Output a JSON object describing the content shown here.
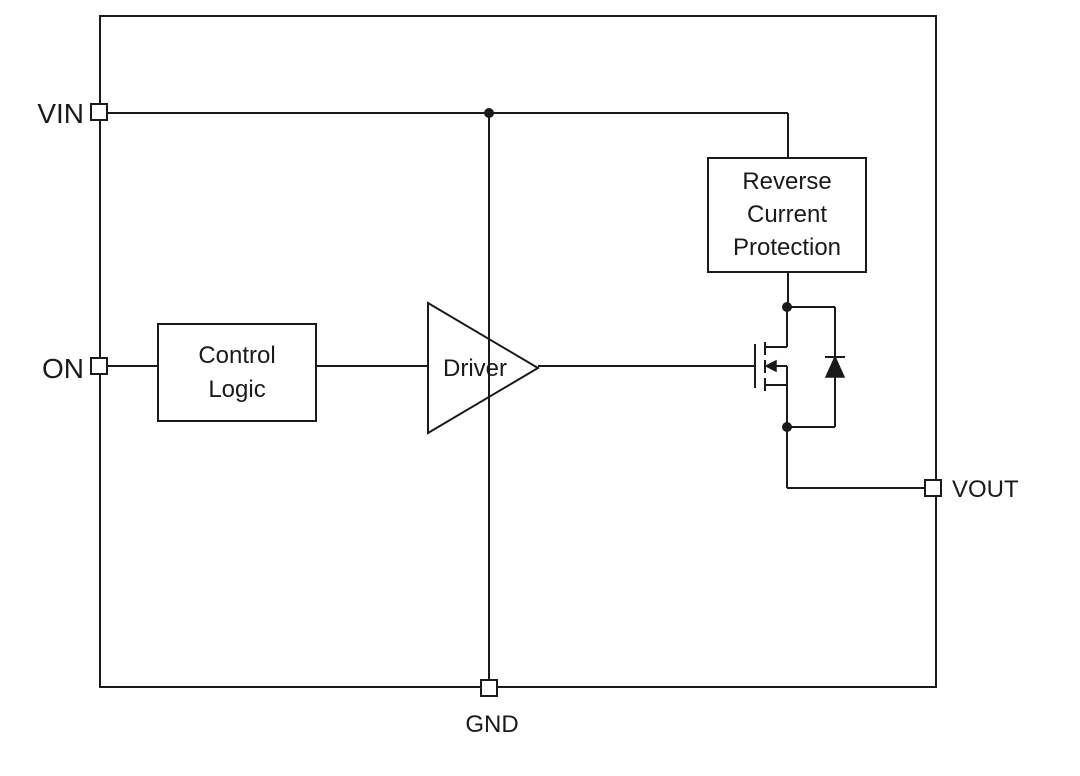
{
  "pins": {
    "vin": "VIN",
    "on": "ON",
    "vout": "VOUT",
    "gnd": "GND"
  },
  "blocks": {
    "control_logic": [
      "Control",
      "Logic"
    ],
    "driver": "Driver",
    "reverse_current_protection": [
      "Reverse",
      "Current",
      "Protection"
    ]
  },
  "colors": {
    "line": "#1a1a1a",
    "background": "#ffffff"
  }
}
